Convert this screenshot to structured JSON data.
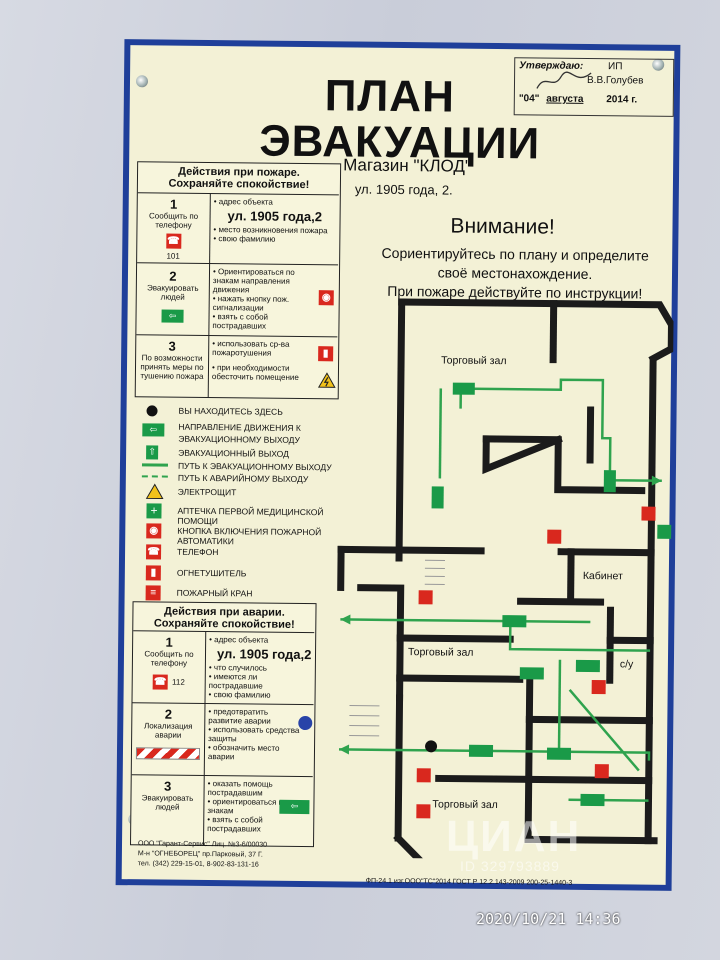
{
  "sign": {
    "title_line1": "ПЛАН",
    "title_line2": "ЭВАКУАЦИИ",
    "approve": {
      "label": "Утверждаю:",
      "role": "ИП",
      "name": "В.В.Голубев",
      "day": "\"04\"",
      "month": "августа",
      "year": "2014 г."
    },
    "shop_name": "Магазин \"КЛОД\"",
    "shop_addr": "ул. 1905 года, 2.",
    "attention_title": "Внимание!",
    "attention_line1": "Сориентируйтесь по плану и определите",
    "attention_line2": "своё местонахождение.",
    "attention_line3": "При пожаре действуйте   по инструкции!"
  },
  "fire_box": {
    "head1": "Действия при пожаре.",
    "head2": "Сохраняйте спокойствие!",
    "step1_num": "1",
    "step1_text": "Сообщить по телефону",
    "step1_phone": "101",
    "step1_b1": "• адрес объекта",
    "step1_addr": "ул. 1905 года,2",
    "step1_b2": "• место возникновения пожара",
    "step1_b3": "• свою фамилию",
    "step2_num": "2",
    "step2_text": "Эвакуировать людей",
    "step2_b1": "• Ориентироваться по знакам направления движения",
    "step2_b2": "• нажать кнопку пож. сигнализации",
    "step2_b3": "• взять с собой пострадавших",
    "step3_num": "3",
    "step3_text": "По возможности принять меры по тушению пожара",
    "step3_b1": "• использовать ср-ва пожаротушения",
    "step3_b2": "• при необходимости обесточить помещение"
  },
  "legend": [
    "ВЫ НАХОДИТЕСЬ ЗДЕСЬ",
    "НАПРАВЛЕНИЕ ДВИЖЕНИЯ К ЭВАКУАЦИОННОМУ ВЫХОДУ",
    "ЭВАКУАЦИОННЫЙ ВЫХОД",
    "ПУТЬ К ЭВАКУАЦИОННОМУ  ВЫХОДУ",
    "ПУТЬ К АВАРИЙНОМУ ВЫХОДУ",
    "ЭЛЕКТРОЩИТ",
    "АПТЕЧКА ПЕРВОЙ МЕДИЦИНСКОЙ ПОМОЩИ",
    "КНОПКА ВКЛЮЧЕНИЯ  ПОЖАРНОЙ АВТОМАТИКИ",
    "ТЕЛЕФОН",
    "ОГНЕТУШИТЕЛЬ",
    "ПОЖАРНЫЙ КРАН"
  ],
  "accident_box": {
    "head1": "Действия при аварии.",
    "head2": "Сохраняйте спокойствие!",
    "step1_num": "1",
    "step1_text": "Сообщить по телефону",
    "step1_phone": "112",
    "step1_b1": "• адрес объекта",
    "step1_addr": "ул. 1905 года,2",
    "step1_b2": "• что случилось",
    "step1_b3": "• имеются ли пострадавшие",
    "step1_b4": "• свою фамилию",
    "step2_num": "2",
    "step2_text": "Локализация аварии",
    "step2_b1": "• предотвратить развитие аварии",
    "step2_b2": "• использовать средства защиты",
    "step2_b3": "• обозначить    место аварии",
    "step3_num": "3",
    "step3_text": "Эвакуировать людей",
    "step3_b1": "• оказать помощь пострадавшим",
    "step3_b2": "• ориентироваться по знакам",
    "step3_b3": "• взять с собой пострадавших"
  },
  "plan": {
    "room1": "Торговый зал",
    "room2": "Кабинет",
    "room3": "Торговый зал",
    "room4": "с/у",
    "room5": "Торговый зал"
  },
  "footer": {
    "company1": "ООО \"Гарант-Сервис\" Лиц. №3-6/00030",
    "company2": "М-н \"ОГНЕБОРЕЦ\" пр.Парковый, 37 Г.",
    "company3": "тел. (342) 229-15-01,   8-902-83-131-16",
    "code": "ФП-24.1 изг.ООО\"ТС\"2014 ГОСТ Р 12.2.143-2009   200-25-1440-3"
  },
  "watermark": {
    "brand": "ЦИАН",
    "id": "ID 329793889"
  },
  "timestamp": "2020/10/21  14:36"
}
